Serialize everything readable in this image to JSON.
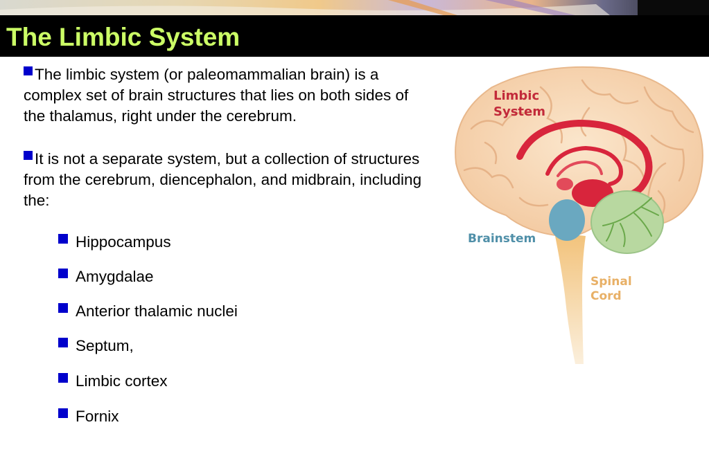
{
  "slide": {
    "title": "The Limbic System",
    "bullets": [
      "The limbic system (or paleomammalian brain) is a complex set of brain structures that lies on both sides of the thalamus, right under the cerebrum.",
      "It is not a separate system, but a collection of structures from the cerebrum, diencephalon, and midbrain, including the:"
    ],
    "sub_bullets": [
      "Hippocampus",
      "Amygdalae",
      "Anterior thalamic nuclei",
      "Septum,",
      "Limbic cortex",
      "Fornix"
    ]
  },
  "figure": {
    "label_limbic_1": "Limbic",
    "label_limbic_2": "System",
    "label_brainstem": "Brainstem",
    "label_spinal_1": "Spinal",
    "label_spinal_2": "Cord",
    "colors": {
      "limbic": "#d8253c",
      "brainstem": "#6aa8c0",
      "spinal": "#efc98a",
      "cerebellum": "#b8d8a0",
      "cerebrum": "#f8d8b8"
    }
  },
  "colors": {
    "title_text": "#ccff66",
    "title_bg": "#000000",
    "bullet": "#0000cc"
  }
}
